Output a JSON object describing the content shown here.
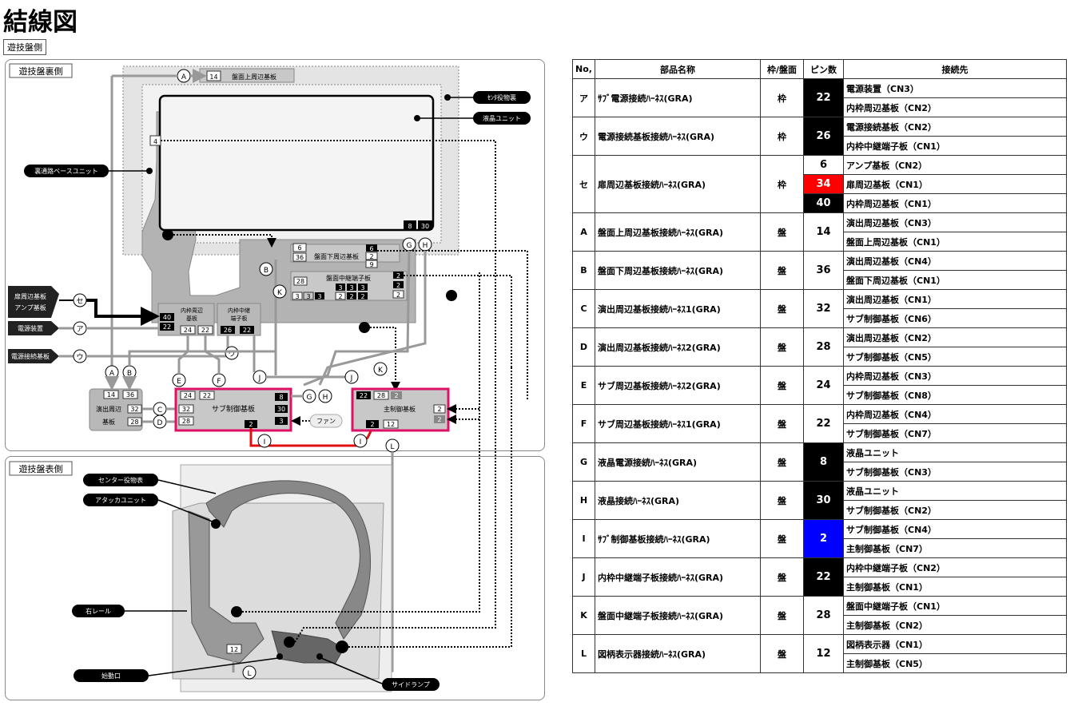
{
  "page_title": "結線図",
  "section_tag": "遊技盤側",
  "back_panel": {
    "label": "遊技盤裏側",
    "callouts": {
      "center_yaku": "ｾﾝﾀ役物裏",
      "lcd_unit": "液晶ユニット",
      "back_base": "裏通路ベースユニット",
      "periph_amp_line1": "扉周辺基板",
      "periph_amp_line2": "アンプ基板",
      "power_unit": "電源装置",
      "power_conn": "電源接続基板"
    },
    "boards": {
      "upper_periph": "盤面上周辺基板",
      "lower_periph": "盤面下周辺基板",
      "relay": "盤面中継端子板",
      "inner_periph_1": "内枠周辺",
      "inner_periph_2": "基板",
      "inner_relay_1": "内枠中継",
      "inner_relay_2": "端子板",
      "sub_ctrl": "サブ制御基板",
      "main_ctrl": "主制御基板",
      "effect_1": "演出周辺",
      "effect_2": "基板",
      "fan": "ファン"
    },
    "pins": {
      "p14": "14",
      "p4": "4",
      "p8": "8",
      "p30": "30",
      "p6": "6",
      "p36": "36",
      "p9": "9",
      "p2": "2",
      "p28": "28",
      "p3": "3",
      "p40": "40",
      "p22": "22",
      "p24": "24",
      "p26": "26",
      "p32": "32",
      "p12": "12"
    },
    "letters": {
      "A": "A",
      "B": "B",
      "C": "C",
      "D": "D",
      "E": "E",
      "F": "F",
      "G": "G",
      "H": "H",
      "I": "I",
      "J": "J",
      "K": "K",
      "L": "L",
      "se": "セ",
      "a": "ア",
      "u": "ウ"
    }
  },
  "front_panel": {
    "label": "遊技盤表側",
    "callouts": {
      "center_yaku": "センター役物表",
      "attacker": "アタッカユニット",
      "right_rail": "右レール",
      "start": "始動口",
      "side_lamp": "サイドランプ"
    },
    "pin12": "12",
    "letter_L": "L"
  },
  "table": {
    "headers": [
      "No,",
      "部品名称",
      "枠/盤面",
      "ピン数",
      "接続先"
    ],
    "rows": [
      {
        "no": "ア",
        "name": "ｻﾌﾞ電源接続ﾊｰﾈｽ(GRA)",
        "side": "枠",
        "pins": [
          {
            "v": "22",
            "c": "blk",
            "span": 2
          }
        ],
        "dest": [
          "電源装置（CN3）",
          "内枠周辺基板（CN2）"
        ]
      },
      {
        "no": "ウ",
        "name": "電源接続基板接続ﾊｰﾈｽ(GRA)",
        "side": "枠",
        "pins": [
          {
            "v": "26",
            "c": "blk",
            "span": 2
          }
        ],
        "dest": [
          "電源接続基板（CN2）",
          "内枠中継端子板（CN1）"
        ]
      },
      {
        "no": "セ",
        "name": "扉周辺基板接続ﾊｰﾈｽ(GRA)",
        "side": "枠",
        "pins": [
          {
            "v": "6",
            "c": "",
            "span": 1
          },
          {
            "v": "34",
            "c": "red",
            "span": 1
          },
          {
            "v": "40",
            "c": "blk",
            "span": 1
          }
        ],
        "dest": [
          "アンプ基板（CN2）",
          "扉周辺基板（CN1）",
          "内枠周辺基板（CN1）"
        ]
      },
      {
        "no": "A",
        "name": "盤面上周辺基板接続ﾊｰﾈｽ(GRA)",
        "side": "盤",
        "pins": [
          {
            "v": "14",
            "c": "",
            "span": 2
          }
        ],
        "dest": [
          "演出周辺基板（CN3）",
          "盤面上周辺基板（CN1）"
        ]
      },
      {
        "no": "B",
        "name": "盤面下周辺基板接続ﾊｰﾈｽ(GRA)",
        "side": "盤",
        "pins": [
          {
            "v": "36",
            "c": "",
            "span": 2
          }
        ],
        "dest": [
          "演出周辺基板（CN4）",
          "盤面下周辺基板（CN1）"
        ]
      },
      {
        "no": "C",
        "name": "演出周辺基板接続ﾊｰﾈｽ1(GRA)",
        "side": "盤",
        "pins": [
          {
            "v": "32",
            "c": "",
            "span": 2
          }
        ],
        "dest": [
          "演出周辺基板（CN1）",
          "サブ制御基板（CN6）"
        ]
      },
      {
        "no": "D",
        "name": "演出周辺基板接続ﾊｰﾈｽ2(GRA)",
        "side": "盤",
        "pins": [
          {
            "v": "28",
            "c": "",
            "span": 2
          }
        ],
        "dest": [
          "演出周辺基板（CN2）",
          "サブ制御基板（CN5）"
        ]
      },
      {
        "no": "E",
        "name": "サブ周辺基板接続ﾊｰﾈｽ2(GRA)",
        "side": "盤",
        "pins": [
          {
            "v": "24",
            "c": "",
            "span": 2
          }
        ],
        "dest": [
          "内枠周辺基板（CN3）",
          "サブ制御基板（CN8）"
        ]
      },
      {
        "no": "F",
        "name": "サブ周辺基板接続ﾊｰﾈｽ1(GRA)",
        "side": "盤",
        "pins": [
          {
            "v": "22",
            "c": "",
            "span": 2
          }
        ],
        "dest": [
          "内枠周辺基板（CN4）",
          "サブ制御基板（CN7）"
        ]
      },
      {
        "no": "G",
        "name": "液晶電源接続ﾊｰﾈｽ(GRA)",
        "side": "盤",
        "pins": [
          {
            "v": "8",
            "c": "blk",
            "span": 2
          }
        ],
        "dest": [
          "液晶ユニット",
          "サブ制御基板（CN3）"
        ]
      },
      {
        "no": "H",
        "name": "液晶接続ﾊｰﾈｽ(GRA)",
        "side": "盤",
        "pins": [
          {
            "v": "30",
            "c": "blk",
            "span": 2
          }
        ],
        "dest": [
          "液晶ユニット",
          "サブ制御基板（CN2）"
        ]
      },
      {
        "no": "I",
        "name": "ｻﾌﾞ制御基板接続ﾊｰﾈｽ(GRA)",
        "side": "盤",
        "pins": [
          {
            "v": "2",
            "c": "blu",
            "span": 2
          }
        ],
        "dest": [
          "サブ制御基板（CN4）",
          "主制御基板（CN7）"
        ]
      },
      {
        "no": "J",
        "name": "内枠中継端子板接続ﾊｰﾈｽ(GRA)",
        "side": "盤",
        "pins": [
          {
            "v": "22",
            "c": "blk",
            "span": 2
          }
        ],
        "dest": [
          "内枠中継端子板（CN2）",
          "主制御基板（CN1）"
        ]
      },
      {
        "no": "K",
        "name": "盤面中継端子板接続ﾊｰﾈｽ(GRA)",
        "side": "盤",
        "pins": [
          {
            "v": "28",
            "c": "",
            "span": 2
          }
        ],
        "dest": [
          "盤面中継端子板（CN1）",
          "主制御基板（CN2）"
        ]
      },
      {
        "no": "L",
        "name": "図柄表示器接続ﾊｰﾈｽ(GRA)",
        "side": "盤",
        "pins": [
          {
            "v": "12",
            "c": "",
            "span": 2
          }
        ],
        "dest": [
          "図柄表示器（CN1）",
          "主制御基板（CN5）"
        ]
      }
    ]
  }
}
